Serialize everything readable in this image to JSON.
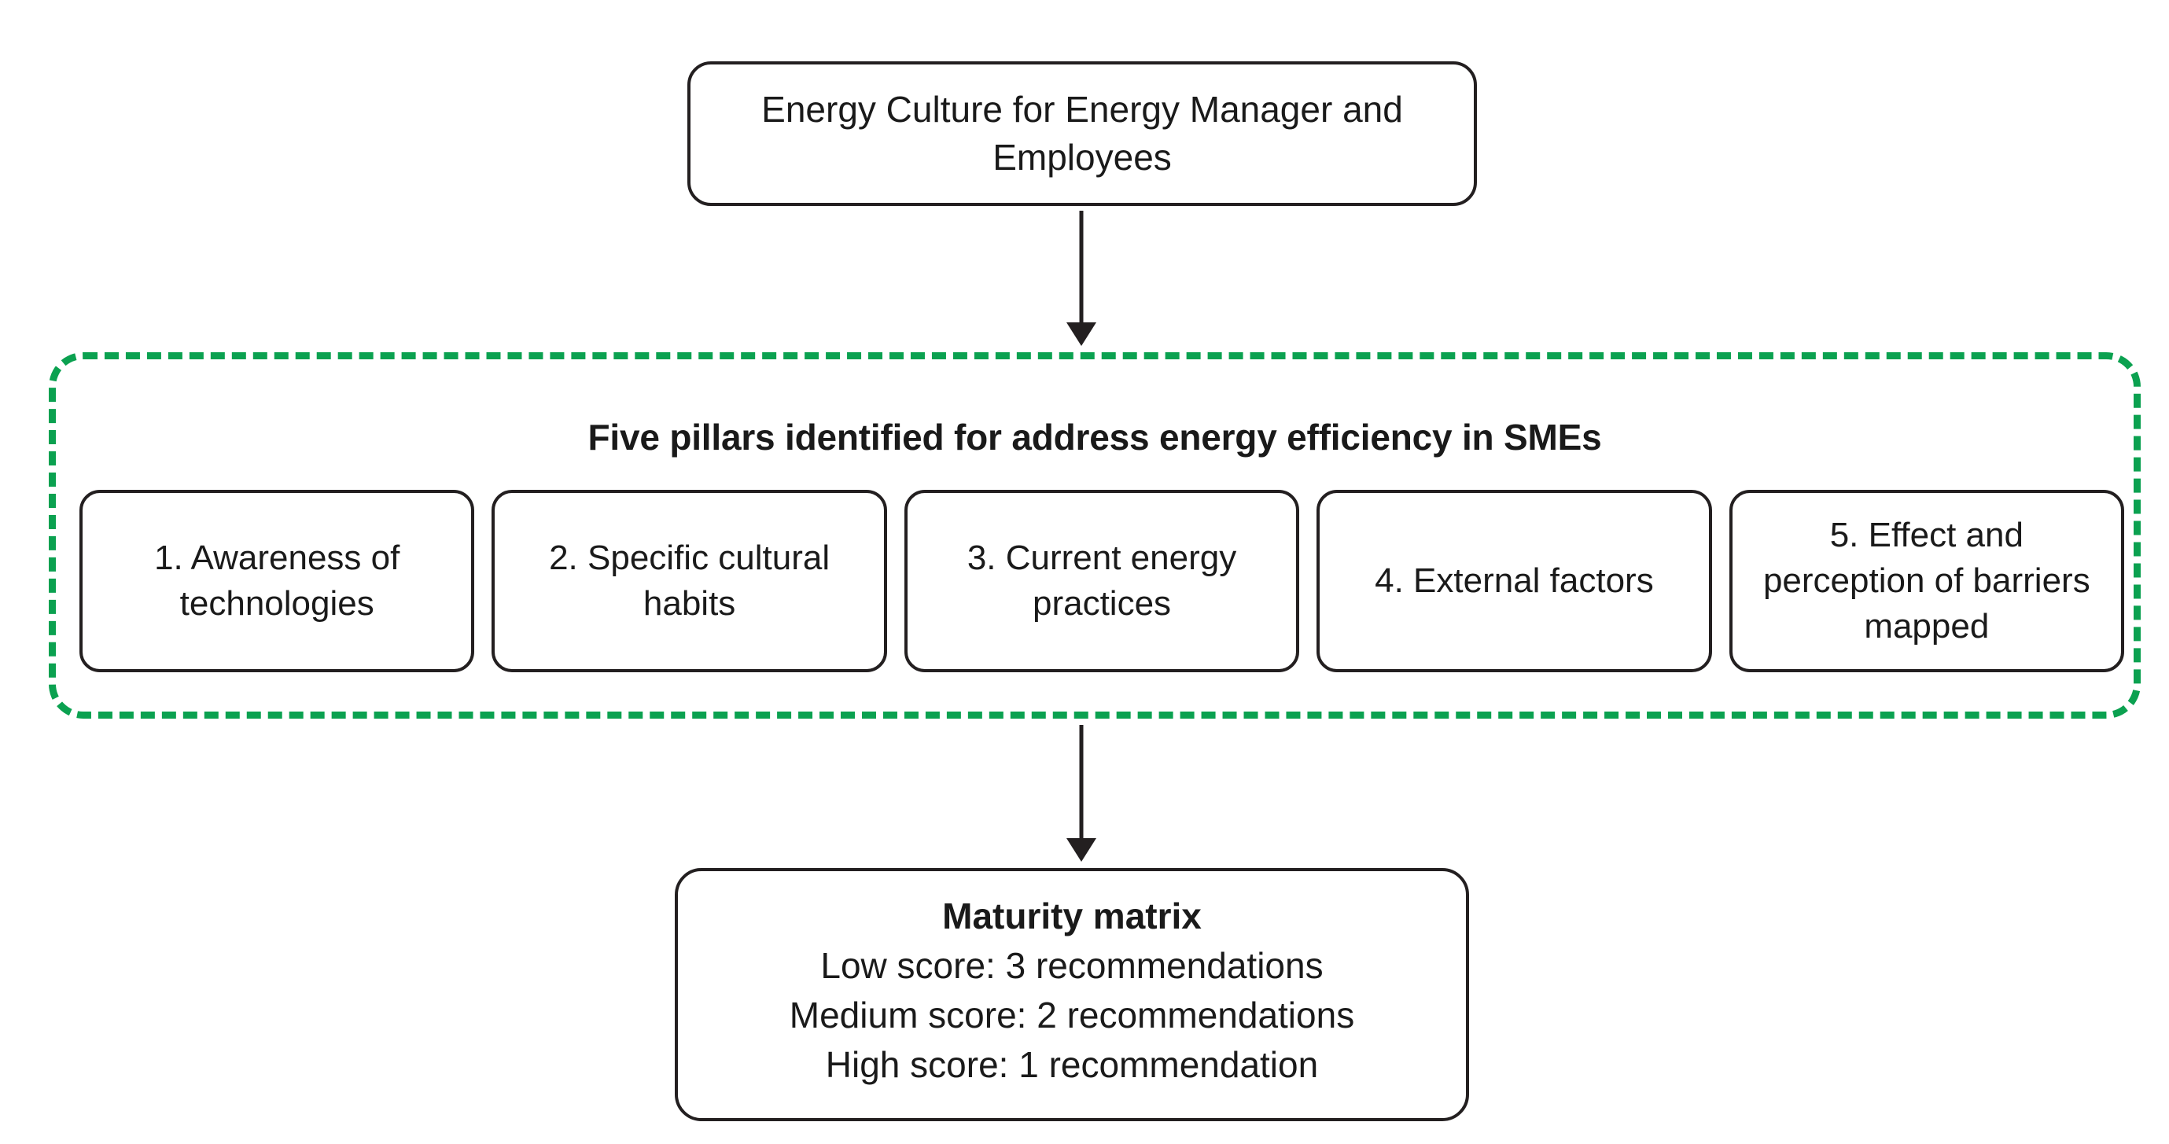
{
  "diagram": {
    "top_node": {
      "text": "Energy Culture for Energy Manager and Employees"
    },
    "arrows": [
      {
        "name": "arrow-top-to-pillars",
        "direction": "down"
      },
      {
        "name": "arrow-pillars-to-matrix",
        "direction": "down"
      }
    ],
    "pillars_group": {
      "heading": "Five pillars identified for address energy efficiency in SMEs",
      "border_color": "#0ba150",
      "border_style": "dashed",
      "items": [
        {
          "label": "1. Awareness of technologies"
        },
        {
          "label": "2. Specific cultural habits"
        },
        {
          "label": "3. Current energy practices"
        },
        {
          "label": "4. External factors"
        },
        {
          "label": "5. Effect and perception of barriers mapped"
        }
      ]
    },
    "bottom_node": {
      "title": "Maturity matrix",
      "lines": [
        "Low score: 3 recommendations",
        "Medium score: 2 recommendations",
        "High score: 1 recommendation"
      ]
    }
  }
}
